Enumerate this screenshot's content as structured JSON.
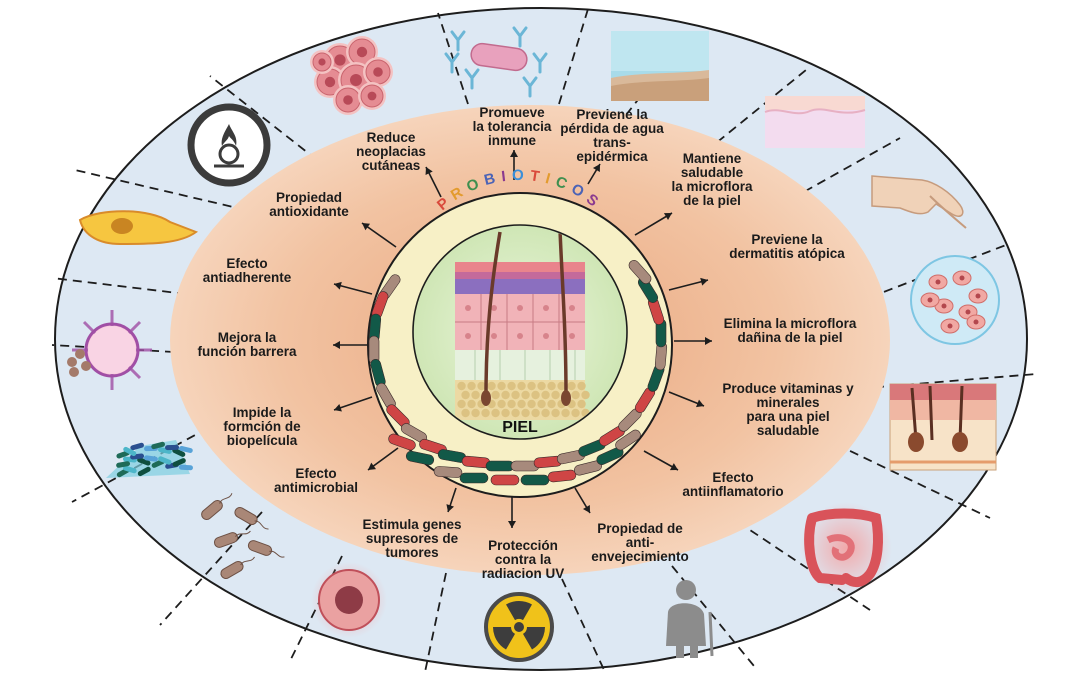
{
  "center": {
    "title": "PIEL",
    "ring_word": "PROBIOTICOS"
  },
  "ring_letter_colors": [
    "#d9493b",
    "#e39b2e",
    "#3f8f4f",
    "#4b63b6",
    "#8b3a8f",
    "#3b8fd9"
  ],
  "colors": {
    "outer": "#dde8f3",
    "inner": "#f2c8a6",
    "ring": "#f7f0c6",
    "core": "#dff0cc",
    "bacteria_red": "#cf4545",
    "bacteria_green": "#125948",
    "bacteria_taupe": "#a78a7c"
  },
  "benefits": [
    {
      "id": "tolerancia",
      "label": "Promueve\nla tolerancia\ninmune",
      "icon": "antibody-cell-icon"
    },
    {
      "id": "agua",
      "label": "Previene la\npérdida de agua\ntrans-\nepidérmica",
      "icon": "water-layer-icon"
    },
    {
      "id": "microflora-saludable",
      "label": "Mantiene\nsaludable\nla microflora\nde la piel",
      "icon": "skin-layer-icon"
    },
    {
      "id": "dermatitis",
      "label": "Previene la\ndermatitis atópica",
      "icon": "hand-icon"
    },
    {
      "id": "microflora-danina",
      "label": "Elimina la microflora\ndañina de la piel",
      "icon": "tissue-cells-icon"
    },
    {
      "id": "vitaminas",
      "label": "Produce vitaminas y\nminerales\npara una piel\nsaludable",
      "icon": "skin-cross-section-icon"
    },
    {
      "id": "antiinflamatorio",
      "label": "Efecto\nantiinflamatorio",
      "icon": "intestine-icon"
    },
    {
      "id": "envejecimiento",
      "label": "Propiedad de\nanti-\nenvejecimiento",
      "icon": "elderly-person-icon"
    },
    {
      "id": "uv",
      "label": "Protección\ncontra la\nradiacion UV",
      "icon": "radiation-icon"
    },
    {
      "id": "supresores",
      "label": "Estimula genes\nsupresores de\ntumores",
      "icon": "tumor-cell-icon"
    },
    {
      "id": "antimicrobial",
      "label": "Efecto\nantimicrobial",
      "icon": "bacteria-icon"
    },
    {
      "id": "biopelicula",
      "label": "Impide la\nformción de\nbiopelícula",
      "icon": "biofilm-icon"
    },
    {
      "id": "barrera",
      "label": "Mejora la\nfunción barrera",
      "icon": "barrier-cell-icon"
    },
    {
      "id": "antiadherente",
      "label": "Efecto\nantiadherente",
      "icon": "cell-adhesion-icon"
    },
    {
      "id": "antioxidante",
      "label": "Propiedad\nantioxidante",
      "icon": "oxidizer-icon"
    },
    {
      "id": "neoplacias",
      "label": "Reduce\nneoplacias\ncutáneas",
      "icon": "cancer-cells-icon"
    }
  ]
}
